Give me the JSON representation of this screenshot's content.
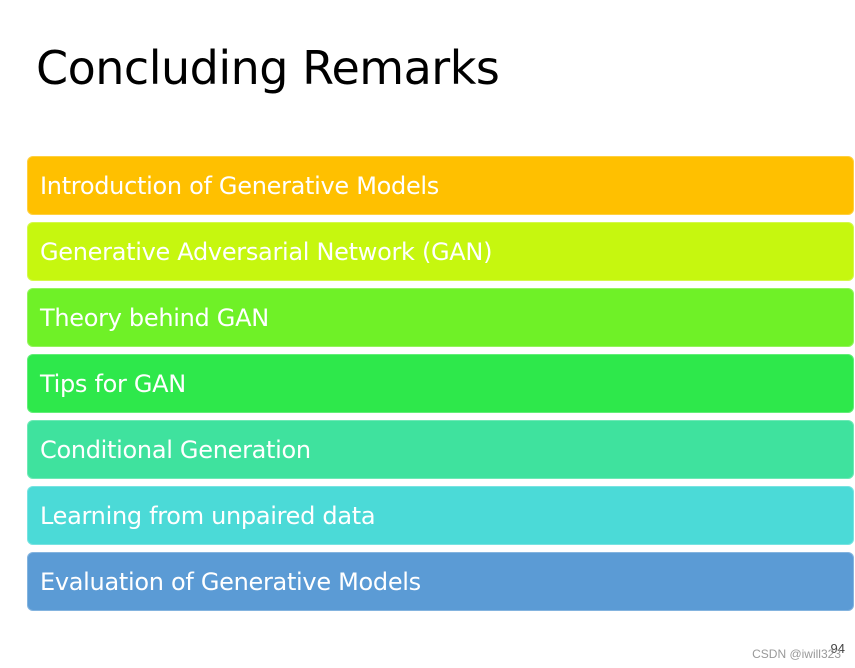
{
  "slide": {
    "title": "Concluding Remarks",
    "page_number": "94"
  },
  "topics": [
    {
      "label": "Introduction of Generative Models",
      "color": "#ffc000"
    },
    {
      "label": "Generative Adversarial Network (GAN)",
      "color": "#c6f70f"
    },
    {
      "label": "Theory behind GAN",
      "color": "#6ff127"
    },
    {
      "label": "Tips for GAN",
      "color": "#2ee84b"
    },
    {
      "label": "Conditional Generation",
      "color": "#3fe29e"
    },
    {
      "label": "Learning from unpaired data",
      "color": "#4bdad7"
    },
    {
      "label": "Evaluation of Generative Models",
      "color": "#5b9bd5"
    }
  ],
  "watermark": "CSDN @iwill323"
}
